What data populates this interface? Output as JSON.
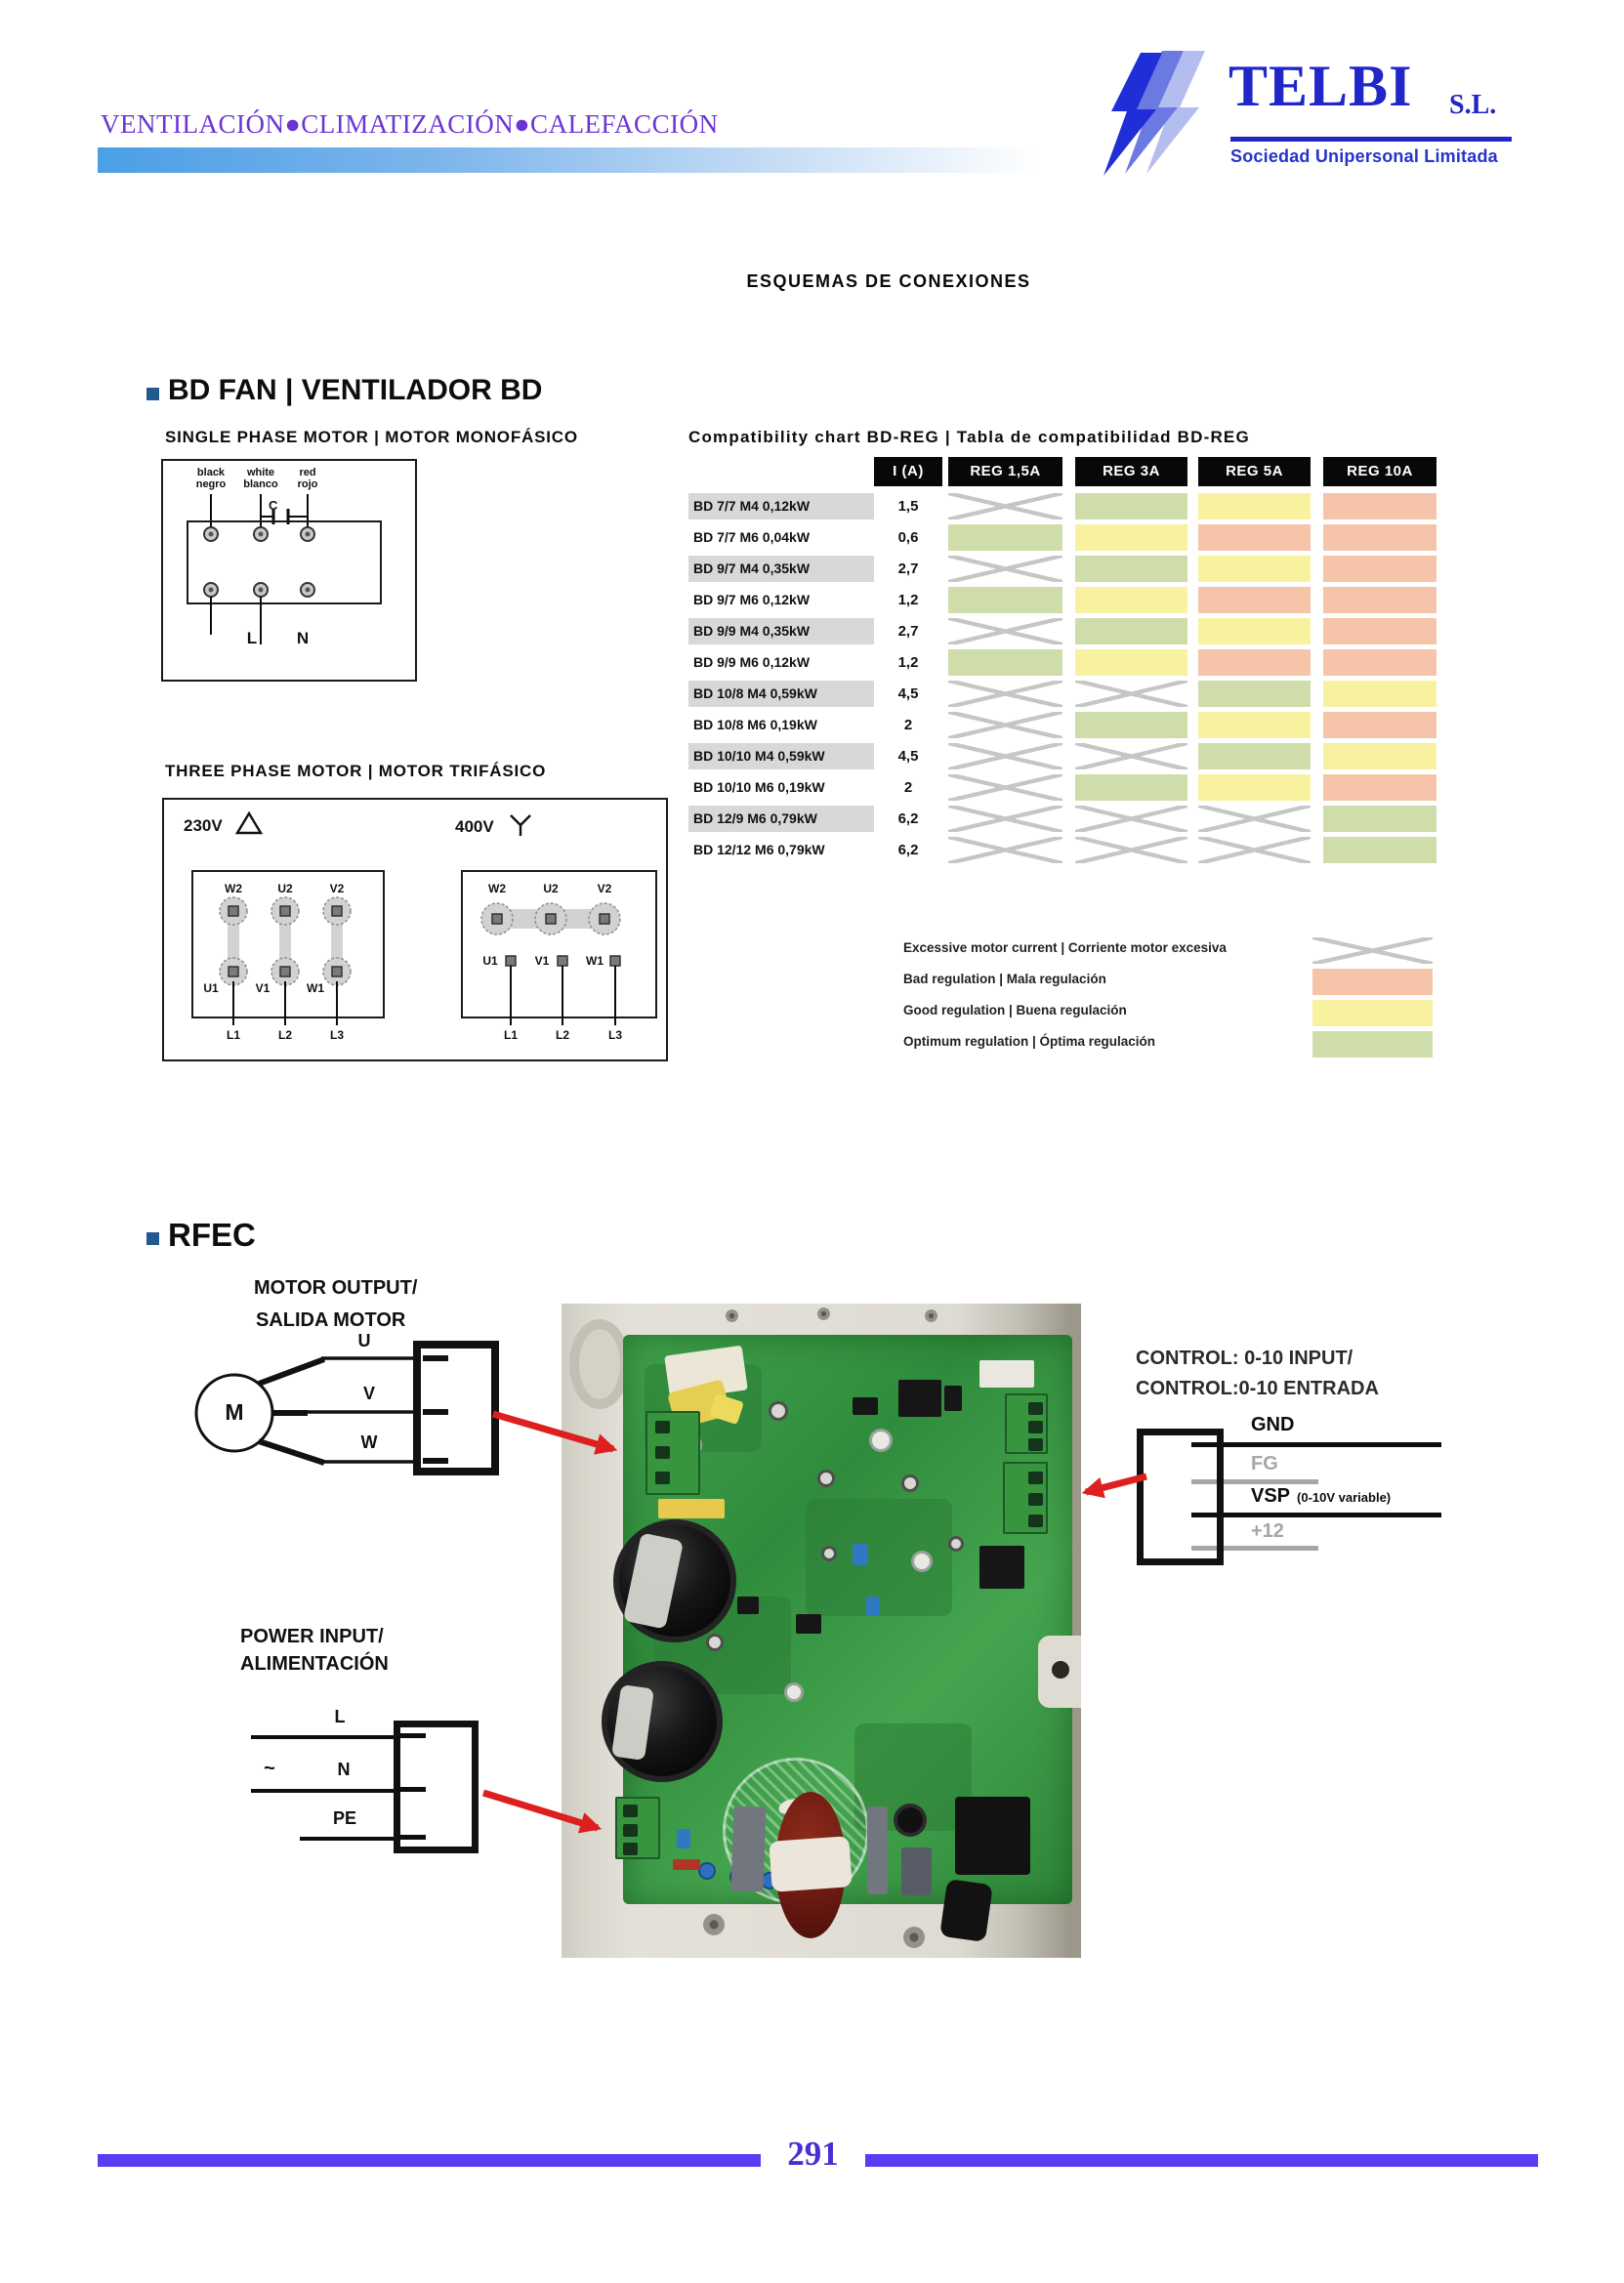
{
  "header": {
    "tagline": "VENTILACIÓN●CLIMATIZACIÓN●CALEFACCIÓN",
    "logo": {
      "name": "TELBI",
      "suffix": "S.L.",
      "subtitle": "Sociedad Unipersonal Limitada"
    }
  },
  "page_title": "ESQUEMAS DE CONEXIONES",
  "bd_fan": {
    "heading": "BD FAN | VENTILADOR BD",
    "single_phase": {
      "title": "SINGLE PHASE MOTOR | MOTOR MONOFÁSICO",
      "wires": [
        {
          "en": "black",
          "es": "negro"
        },
        {
          "en": "white",
          "es": "blanco"
        },
        {
          "en": "red",
          "es": "rojo"
        }
      ],
      "capacitor_label": "C",
      "line_terminals": [
        "L",
        "N"
      ]
    },
    "three_phase": {
      "title": "THREE PHASE MOTOR | MOTOR TRIFÁSICO",
      "delta_voltage": "230V",
      "star_voltage": "400V",
      "top_terminals": [
        "W2",
        "U2",
        "V2"
      ],
      "bottom_terminals": [
        "U1",
        "V1",
        "W1"
      ],
      "line_terminals": [
        "L1",
        "L2",
        "L3"
      ]
    }
  },
  "compatibility": {
    "title": "Compatibility chart BD-REG  |  Tabla de compatibilidad BD-REG",
    "current_header": "I (A)",
    "reg_columns": [
      "REG 1,5A",
      "REG 3A",
      "REG 5A",
      "REG 10A"
    ],
    "colors": {
      "green": "#cfddab",
      "yellow": "#f8f2a0",
      "pink": "#f6c4a8"
    },
    "rows": [
      {
        "model": "BD 7/7 M4 0,12kW",
        "current": "1,5",
        "cells": [
          "x",
          "green",
          "yellow",
          "pink"
        ]
      },
      {
        "model": "BD 7/7 M6 0,04kW",
        "current": "0,6",
        "cells": [
          "green",
          "yellow",
          "pink",
          "pink"
        ]
      },
      {
        "model": "BD 9/7 M4 0,35kW",
        "current": "2,7",
        "cells": [
          "x",
          "green",
          "yellow",
          "pink"
        ]
      },
      {
        "model": "BD 9/7 M6 0,12kW",
        "current": "1,2",
        "cells": [
          "green",
          "yellow",
          "pink",
          "pink"
        ]
      },
      {
        "model": "BD 9/9 M4 0,35kW",
        "current": "2,7",
        "cells": [
          "x",
          "green",
          "yellow",
          "pink"
        ]
      },
      {
        "model": "BD 9/9 M6 0,12kW",
        "current": "1,2",
        "cells": [
          "green",
          "yellow",
          "pink",
          "pink"
        ]
      },
      {
        "model": "BD 10/8 M4 0,59kW",
        "current": "4,5",
        "cells": [
          "x",
          "x",
          "green",
          "yellow"
        ]
      },
      {
        "model": "BD 10/8 M6 0,19kW",
        "current": "2",
        "cells": [
          "x",
          "green",
          "yellow",
          "pink"
        ]
      },
      {
        "model": "BD 10/10 M4 0,59kW",
        "current": "4,5",
        "cells": [
          "x",
          "x",
          "green",
          "yellow"
        ]
      },
      {
        "model": "BD 10/10 M6 0,19kW",
        "current": "2",
        "cells": [
          "x",
          "green",
          "yellow",
          "pink"
        ]
      },
      {
        "model": "BD 12/9 M6 0,79kW",
        "current": "6,2",
        "cells": [
          "x",
          "x",
          "x",
          "green"
        ]
      },
      {
        "model": "BD 12/12 M6 0,79kW",
        "current": "6,2",
        "cells": [
          "x",
          "x",
          "x",
          "green"
        ]
      }
    ],
    "legend": [
      {
        "label": "Excessive motor current | Corriente motor excesiva",
        "swatch": "x"
      },
      {
        "label": "Bad regulation | Mala regulación",
        "swatch": "pink"
      },
      {
        "label": "Good regulation | Buena regulación",
        "swatch": "yellow"
      },
      {
        "label": "Optimum regulation | Óptima regulación",
        "swatch": "green"
      }
    ]
  },
  "rfec": {
    "heading": "RFEC",
    "motor_output": {
      "label1": "MOTOR OUTPUT/",
      "label2": "SALIDA MOTOR",
      "motor_label": "M",
      "wires": [
        "U",
        "V",
        "W"
      ]
    },
    "control_input": {
      "label1": "CONTROL: 0-10 INPUT/",
      "label2": "CONTROL:0-10 ENTRADA",
      "pins": [
        {
          "name": "GND",
          "muted": false
        },
        {
          "name": "FG",
          "muted": true
        },
        {
          "name": "VSP",
          "note": "(0-10V variable)",
          "muted": false
        },
        {
          "name": "+12",
          "muted": true
        }
      ]
    },
    "power_input": {
      "label1": "POWER INPUT/",
      "label2": "ALIMENTACIÓN",
      "ac_symbol": "~",
      "pins": [
        "L",
        "N",
        "PE"
      ]
    }
  },
  "footer": {
    "page_number": "291"
  }
}
